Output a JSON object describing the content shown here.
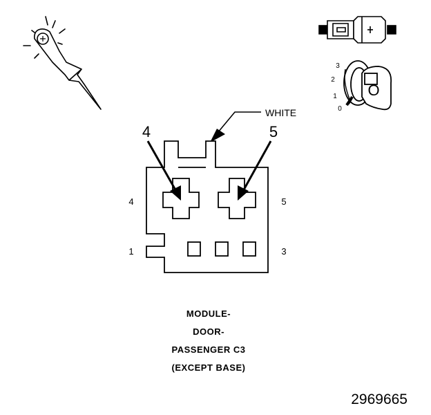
{
  "wire_color_label": "WHITE",
  "callouts": {
    "left": "4",
    "right": "5"
  },
  "pin_labels": {
    "top_left": "4",
    "top_right": "5",
    "bottom_left": "1",
    "bottom_right": "3"
  },
  "key_positions": [
    "3",
    "2",
    "1",
    "0"
  ],
  "key_label": "O",
  "caption": [
    "MODULE-",
    "DOOR-",
    "PASSENGER C3",
    "(EXCEPT BASE)"
  ],
  "figure_number": "2969665"
}
